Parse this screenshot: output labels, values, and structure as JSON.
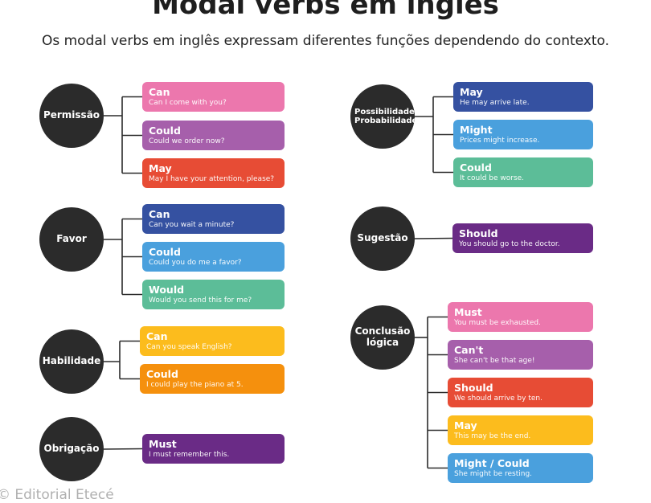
{
  "header": {
    "title": "Modal verbs em inglês",
    "subtitle": "Os modal verbs em inglês expressam diferentes funções dependendo do contexto."
  },
  "credit": "© Editorial Etecé",
  "colors": {
    "circle": "#2b2b2b",
    "pink": "#ec77ad",
    "mauve": "#a65fab",
    "red": "#e74c35",
    "navy": "#3551a1",
    "blue": "#4aa0dd",
    "green": "#5cbd98",
    "yellow": "#fcbc1d",
    "orange": "#f5900d",
    "purple": "#6a2b86"
  },
  "groups": [
    {
      "name": "Permissão",
      "items": [
        {
          "verb": "Can",
          "example": "Can I come with you?",
          "color": "pink"
        },
        {
          "verb": "Could",
          "example": "Could we order now?",
          "color": "mauve"
        },
        {
          "verb": "May",
          "example": "May I have your attention, please?",
          "color": "red"
        }
      ]
    },
    {
      "name": "Favor",
      "items": [
        {
          "verb": "Can",
          "example": "Can you wait a minute?",
          "color": "navy"
        },
        {
          "verb": "Could",
          "example": "Could you do me a favor?",
          "color": "blue"
        },
        {
          "verb": "Would",
          "example": "Would you send this for me?",
          "color": "green"
        }
      ]
    },
    {
      "name": "Habilidade",
      "items": [
        {
          "verb": "Can",
          "example": "Can you speak English?",
          "color": "yellow"
        },
        {
          "verb": "Could",
          "example": "I could play the piano at 5.",
          "color": "orange"
        }
      ]
    },
    {
      "name": "Obrigação",
      "items": [
        {
          "verb": "Must",
          "example": "I must remember this.",
          "color": "purple"
        }
      ]
    },
    {
      "name": "Possibilidade Probabilidade",
      "items": [
        {
          "verb": "May",
          "example": "He may arrive late.",
          "color": "navy"
        },
        {
          "verb": "Might",
          "example": "Prices might increase.",
          "color": "blue"
        },
        {
          "verb": "Could",
          "example": "It could be worse.",
          "color": "green"
        }
      ]
    },
    {
      "name": "Sugestão",
      "items": [
        {
          "verb": "Should",
          "example": "You should go to the doctor.",
          "color": "purple"
        }
      ]
    },
    {
      "name": "Conclusão lógica",
      "items": [
        {
          "verb": "Must",
          "example": "You must be exhausted.",
          "color": "pink"
        },
        {
          "verb": "Can't",
          "example": "She can't be that age!",
          "color": "mauve"
        },
        {
          "verb": "Should",
          "example": "We should arrive by ten.",
          "color": "red"
        },
        {
          "verb": "May",
          "example": "This may be the end.",
          "color": "yellow"
        },
        {
          "verb": "Might / Could",
          "example": "She might be resting.",
          "color": "blue"
        }
      ]
    }
  ]
}
